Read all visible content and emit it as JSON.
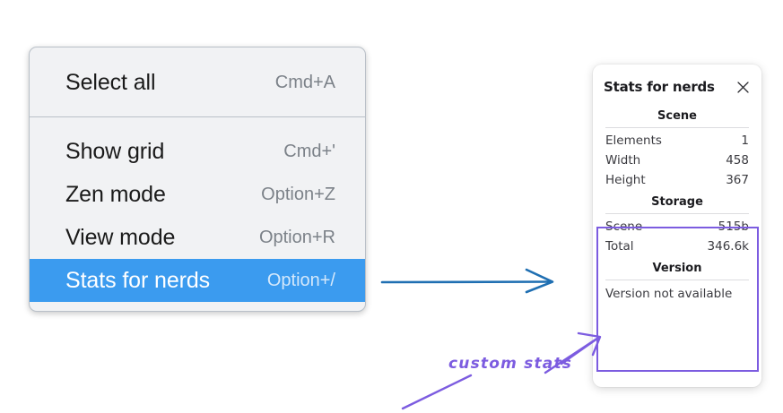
{
  "background_color": "#ffffff",
  "context_menu": {
    "name": "context-menu",
    "background_color": "#f1f2f4",
    "selected_color": "#3b9bef",
    "groups": [
      {
        "items": [
          {
            "label": "Select all",
            "shortcut": "Cmd+A",
            "selected": false
          }
        ]
      },
      {
        "items": [
          {
            "label": "Show grid",
            "shortcut": "Cmd+'",
            "selected": false
          },
          {
            "label": "Zen mode",
            "shortcut": "Option+Z",
            "selected": false
          },
          {
            "label": "View mode",
            "shortcut": "Option+R",
            "selected": false
          },
          {
            "label": "Stats for nerds",
            "shortcut": "Option+/",
            "selected": true
          }
        ]
      }
    ]
  },
  "blue_arrow": {
    "color": "#1f6fb2",
    "direction": "right"
  },
  "stats_panel": {
    "title": "Stats for nerds",
    "close_icon": "close-icon",
    "sections": [
      {
        "title": "Scene",
        "rows": [
          {
            "key": "Elements",
            "value": "1"
          },
          {
            "key": "Width",
            "value": "458"
          },
          {
            "key": "Height",
            "value": "367"
          }
        ]
      },
      {
        "title": "Storage",
        "rows": [
          {
            "key": "Scene",
            "value": "515b"
          },
          {
            "key": "Total",
            "value": "346.6k"
          }
        ]
      },
      {
        "title": "Version",
        "lines": [
          "Version not available"
        ]
      }
    ]
  },
  "annotation": {
    "text": "custom stats",
    "color": "#7c5ce0",
    "highlight_color": "#7c5ce0"
  }
}
